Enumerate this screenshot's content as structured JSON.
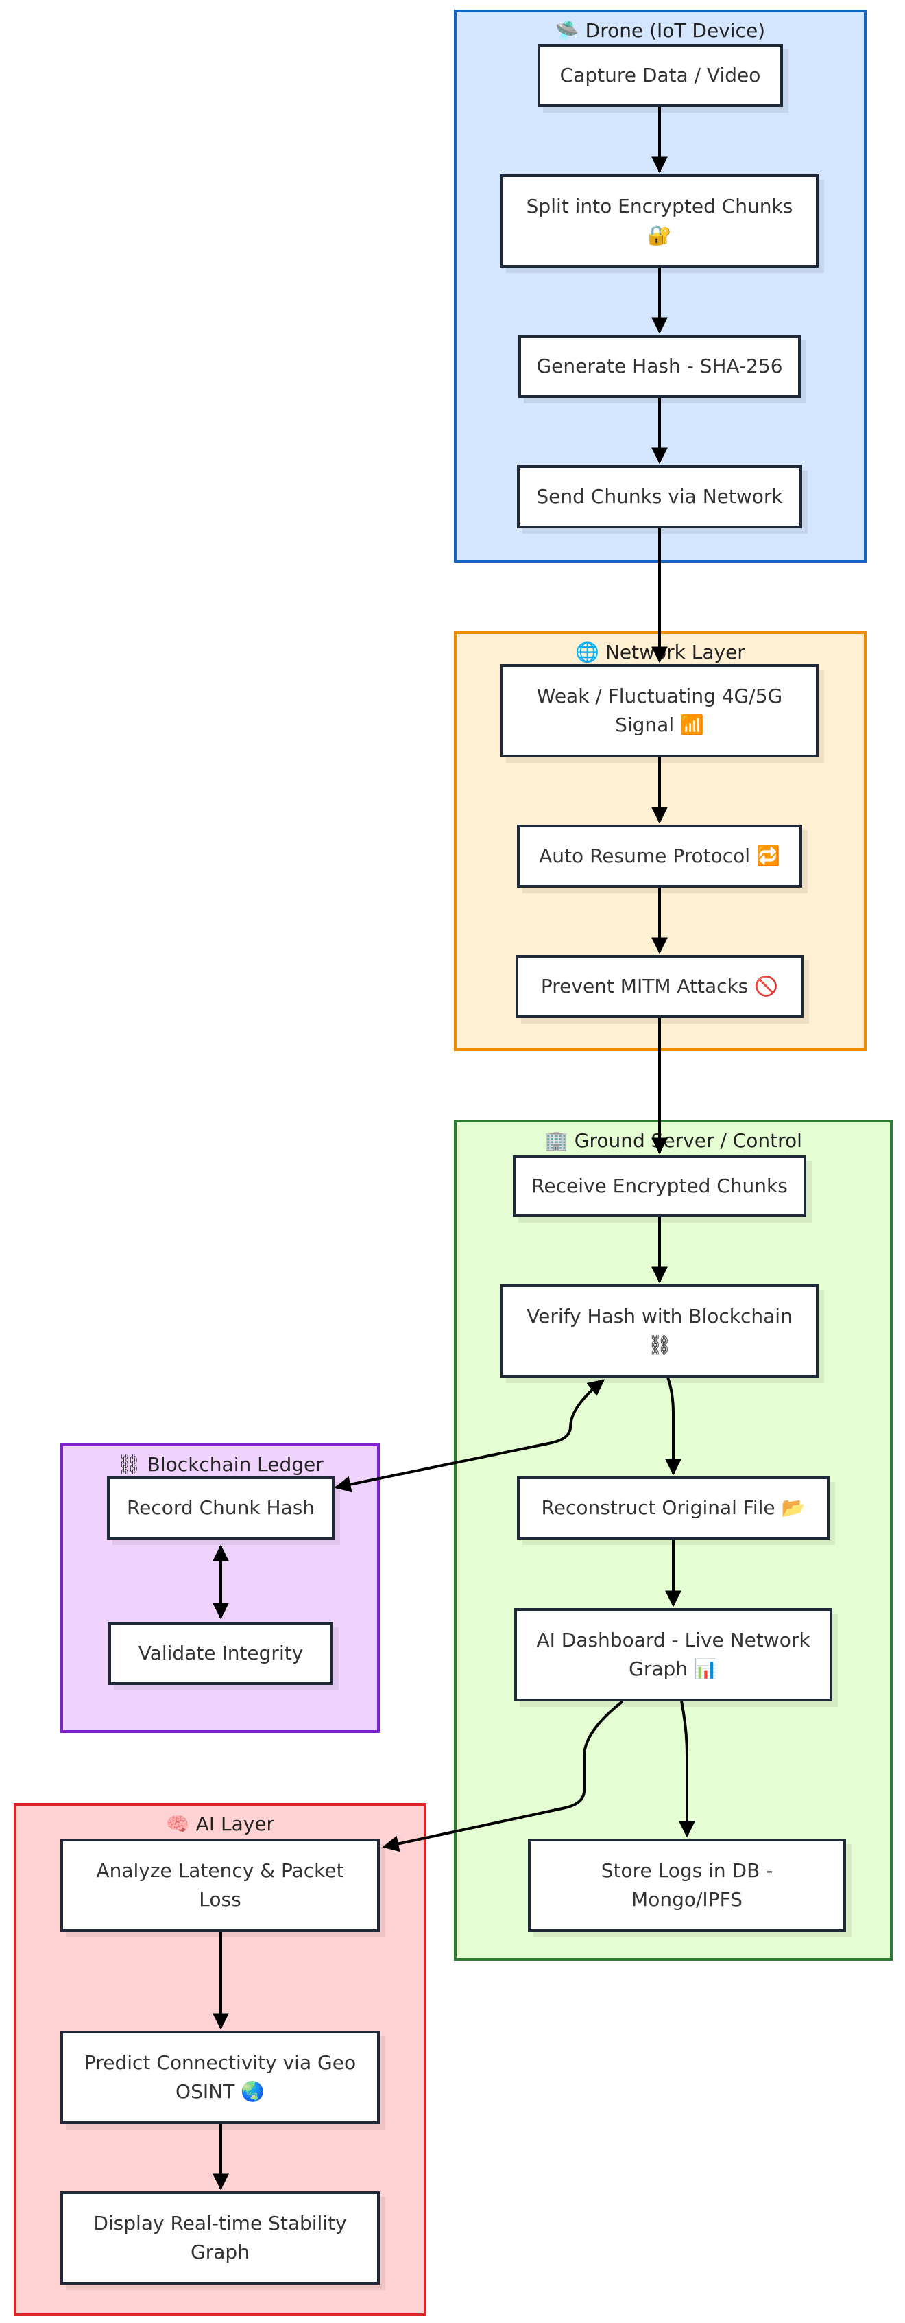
{
  "clusters": {
    "drone": {
      "title": "🛸 Drone (IoT Device)",
      "fill": "#d3e6fd",
      "stroke": "#1565c0"
    },
    "network": {
      "title": "🌐 Network Layer",
      "fill": "#ffefd3",
      "stroke": "#f08c00"
    },
    "server": {
      "title": "🏢 Ground Server / Control",
      "fill": "#e5fdd3",
      "stroke": "#2e7d32"
    },
    "blockchain": {
      "title": "⛓ Blockchain Ledger",
      "fill": "#f0d3fd",
      "stroke": "#7e22ce"
    },
    "ai": {
      "title": "🧠 AI Layer",
      "fill": "#ffd3d3",
      "stroke": "#dc2626"
    }
  },
  "nodes": {
    "capture": "Capture Data / Video",
    "split": "Split into Encrypted Chunks 🔐",
    "hash": "Generate Hash - SHA-256",
    "send": "Send Chunks via Network",
    "weak": "Weak / Fluctuating 4G/5G Signal 📶",
    "resume": "Auto Resume Protocol 🔁",
    "mitm": "Prevent MITM Attacks 🚫",
    "receive": "Receive Encrypted Chunks",
    "verify": "Verify Hash with Blockchain ⛓",
    "reconstruct": "Reconstruct Original File 📂",
    "dashboard": "AI Dashboard - Live Network Graph 📊",
    "store": "Store Logs in DB - Mongo/IPFS",
    "record": "Record Chunk Hash",
    "validate": "Validate Integrity",
    "analyze": "Analyze Latency & Packet Loss",
    "predict": "Predict Connectivity via Geo OSINT 🌏",
    "display": "Display Real-time Stability Graph"
  },
  "edges": [
    {
      "from": "Capture Data / Video",
      "to": "Split into Encrypted Chunks 🔐"
    },
    {
      "from": "Split into Encrypted Chunks 🔐",
      "to": "Generate Hash - SHA-256"
    },
    {
      "from": "Generate Hash - SHA-256",
      "to": "Send Chunks via Network"
    },
    {
      "from": "Send Chunks via Network",
      "to": "Weak / Fluctuating 4G/5G Signal 📶"
    },
    {
      "from": "Weak / Fluctuating 4G/5G Signal 📶",
      "to": "Auto Resume Protocol 🔁"
    },
    {
      "from": "Auto Resume Protocol 🔁",
      "to": "Prevent MITM Attacks 🚫"
    },
    {
      "from": "Prevent MITM Attacks 🚫",
      "to": "Receive Encrypted Chunks"
    },
    {
      "from": "Receive Encrypted Chunks",
      "to": "Verify Hash with Blockchain ⛓"
    },
    {
      "from": "Verify Hash with Blockchain ⛓",
      "to": "Record Chunk Hash",
      "bidirectional": true
    },
    {
      "from": "Record Chunk Hash",
      "to": "Validate Integrity",
      "bidirectional": true
    },
    {
      "from": "Verify Hash with Blockchain ⛓",
      "to": "Reconstruct Original File 📂"
    },
    {
      "from": "Reconstruct Original File 📂",
      "to": "AI Dashboard - Live Network Graph 📊"
    },
    {
      "from": "AI Dashboard - Live Network Graph 📊",
      "to": "Analyze Latency & Packet Loss"
    },
    {
      "from": "AI Dashboard - Live Network Graph 📊",
      "to": "Store Logs in DB - Mongo/IPFS"
    },
    {
      "from": "Analyze Latency & Packet Loss",
      "to": "Predict Connectivity via Geo OSINT 🌏"
    },
    {
      "from": "Predict Connectivity via Geo OSINT 🌏",
      "to": "Display Real-time Stability Graph"
    }
  ]
}
